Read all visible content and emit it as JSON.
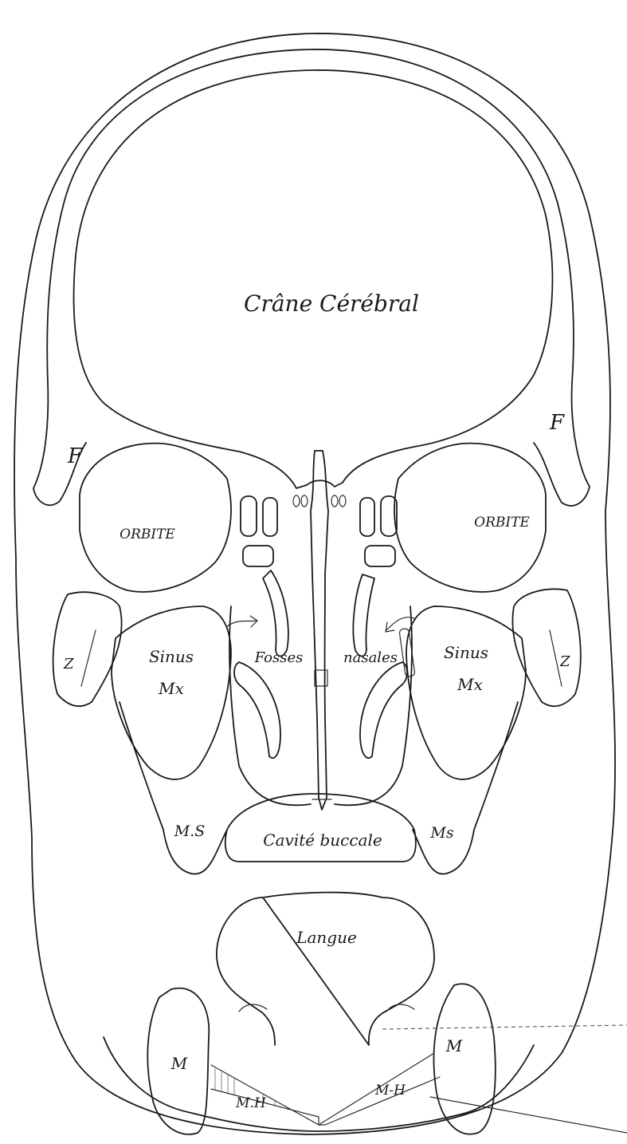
{
  "labels": {
    "crane_cerebral": "Crâne Cérébral",
    "frontal_left": "F",
    "frontal_right": "F",
    "orbite_left": "ORBITE",
    "orbite_right": "ORBITE",
    "zygoma_left": "Z",
    "zygoma_right": "Z",
    "sinus_left_line1": "Sinus",
    "sinus_left_line2": "Mx",
    "sinus_right_line1": "Sinus",
    "sinus_right_line2": "Mx",
    "fosses": "Fosses",
    "nasales": "nasales",
    "ms_left": "M.S",
    "ms_right": "Ms",
    "cavite_buccale": "Cavité buccale",
    "langue": "Langue",
    "mandibule_left": "M",
    "mandibule_right": "M",
    "mylohyoid_left": "M.H",
    "mylohyoid_right": "M-H"
  }
}
